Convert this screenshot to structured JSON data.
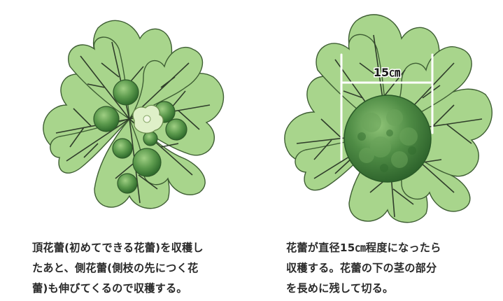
{
  "left_panel": {
    "caption_lines": [
      "頂花蕾(初めてできる花蕾)を収穫し",
      "たあと、側花蕾(側枝の先につく花",
      "蕾)も伸びてくるので収穫する。"
    ]
  },
  "right_panel": {
    "measure_label": "15㎝",
    "caption_lines": [
      "花蕾が直径15㎝程度になったら",
      "収穫する。花蕾の下の茎の部分",
      "を長めに残して切る。"
    ]
  },
  "colors": {
    "leaf_light": "#a8d58c",
    "leaf_mid": "#8cc471",
    "vein": "#2f3d2a",
    "floret": "#4d8a43",
    "head": "#3f7a3a",
    "center_floret": "#dff0c8",
    "measure_line": "#ffffff"
  }
}
